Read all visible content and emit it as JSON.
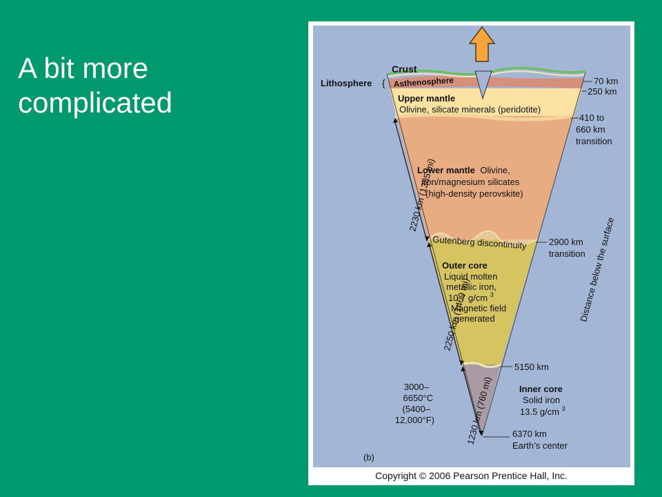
{
  "slide": {
    "title_line1": "A bit more",
    "title_line2": "complicated",
    "background_color": "#009a6e"
  },
  "figure": {
    "panel_label": "(b)",
    "copyright": "Copyright © 2006 Pearson Prentice Hall, Inc.",
    "colors": {
      "background": "#a3b6d6",
      "upper_mantle": "#f9e2a2",
      "lower_mantle": "#e8ac82",
      "outer_core": "#d6c461",
      "inner_core": "#a99aa4",
      "asthenosphere": "#d68f7a",
      "arrow": "#f5a53a"
    },
    "layers": {
      "crust": "Crust",
      "lithosphere": "Lithosphere",
      "asthenosphere": "Asthenosphere",
      "upper_mantle_title": "Upper mantle",
      "upper_mantle_desc": "Olivine, silicate minerals (peridotite)",
      "lower_mantle_title": "Lower mantle",
      "lower_mantle_desc1": "Olivine,",
      "lower_mantle_desc2": "iron/magnesium silicates",
      "lower_mantle_desc3": "(high-density perovskite)",
      "gutenberg": "Gutenberg discontinuity",
      "outer_core_title": "Outer core",
      "outer_core_desc1": "Liquid molten",
      "outer_core_desc2": "metallic iron,",
      "outer_core_desc3": "10.7 g/cm",
      "outer_core_desc3_sup": "3",
      "outer_core_desc4": "Magnetic field",
      "outer_core_desc5": "generated",
      "inner_core_title": "Inner core",
      "inner_core_desc1": "Solid iron",
      "inner_core_desc2": "13.5 g/cm",
      "inner_core_desc2_sup": "3"
    },
    "depths": {
      "d70": "70 km",
      "d250": "250 km",
      "d410a": "410 to",
      "d410b": "660 km",
      "d410c": "transition",
      "d2900a": "2900 km",
      "d2900b": "transition",
      "d5150": "5150 km",
      "d6370a": "6370 km",
      "d6370b": "Earth’s center"
    },
    "axis_label": "Distance below the surface",
    "thickness": {
      "lower_mantle": "2230 km (1385 mi)",
      "outer_core": "2250 km (1400 mi)",
      "inner_core": "1230 km (760 mi)"
    },
    "temperature": {
      "line1": "3000–",
      "line2": "6650°C",
      "line3": "(5400–",
      "line4": "12,000°F)"
    }
  }
}
